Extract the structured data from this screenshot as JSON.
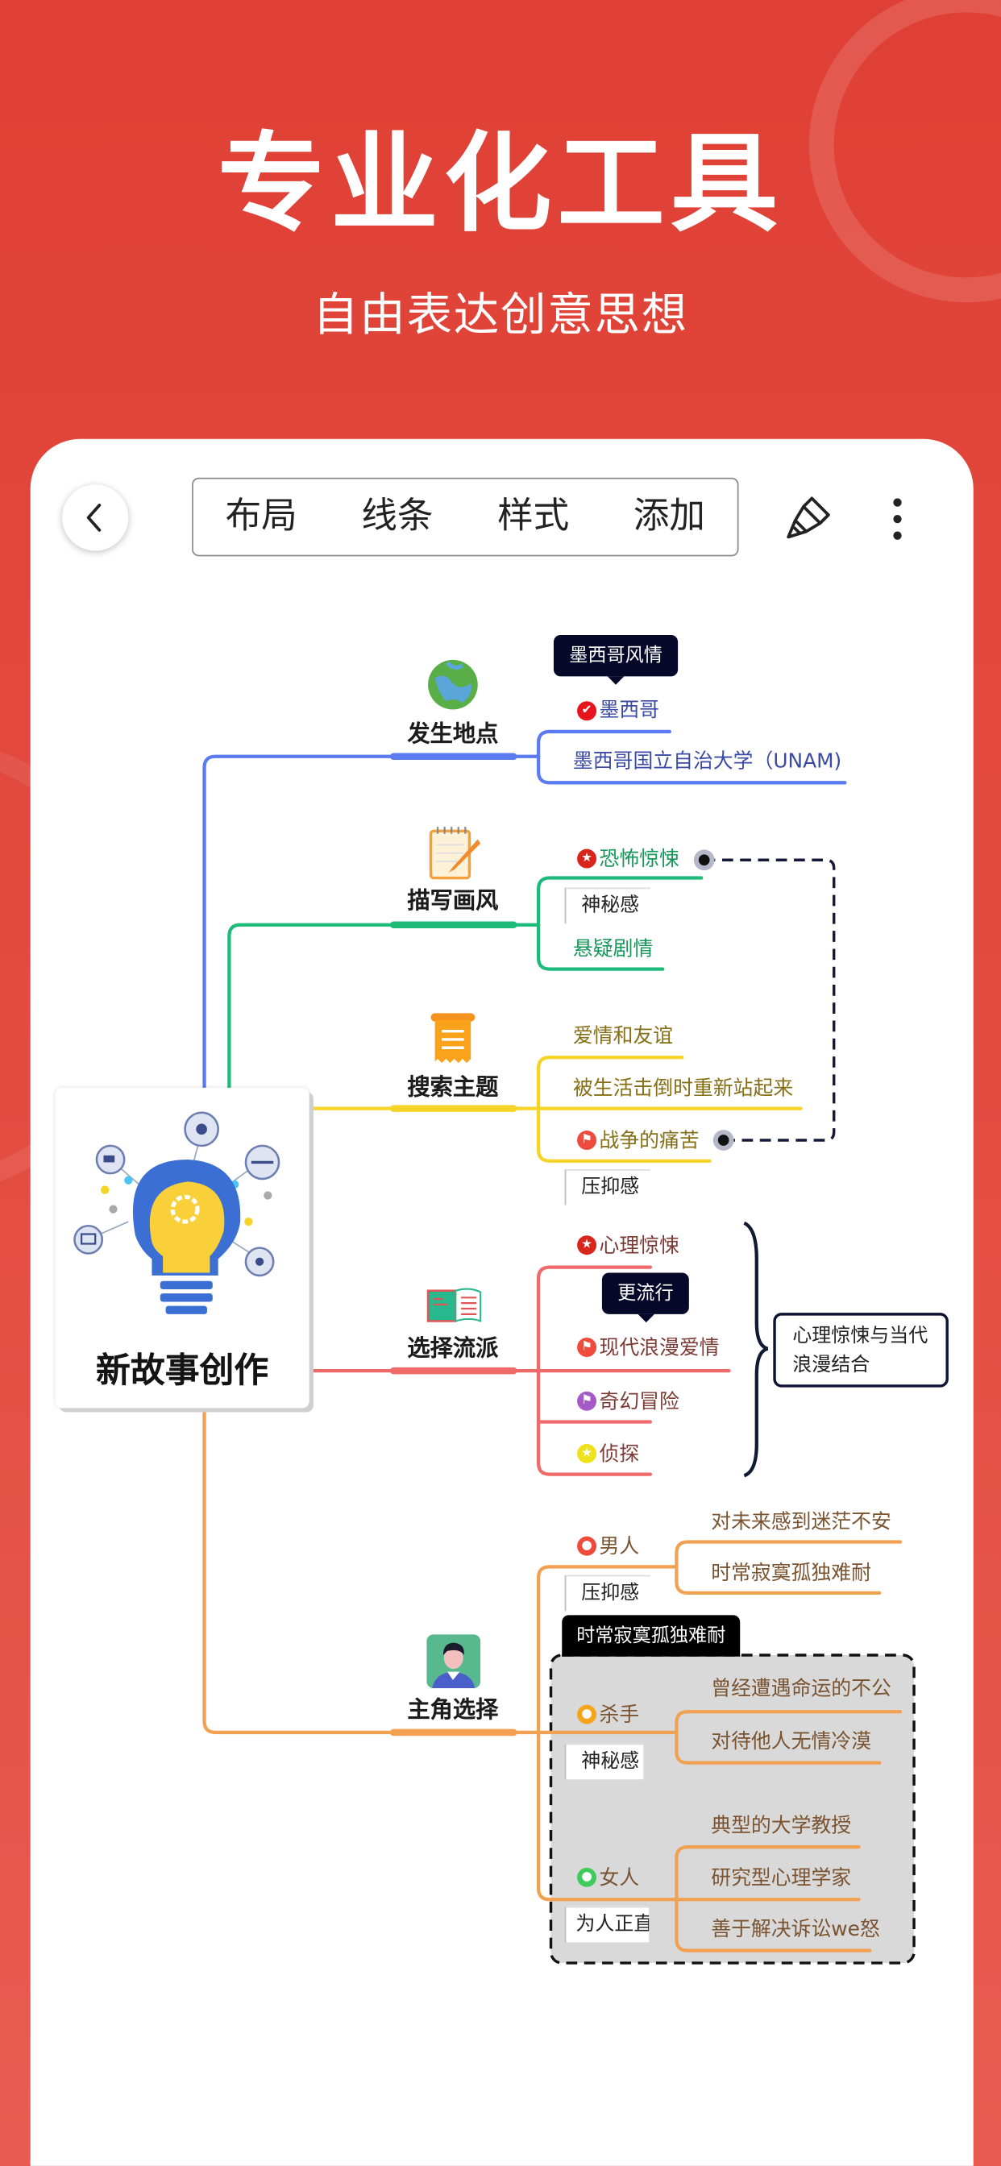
{
  "header": {
    "title": "专业化工具",
    "subtitle": "自由表达创意思想"
  },
  "toolbar": {
    "back_icon": "chevron-left-icon",
    "tabs": [
      "布局",
      "线条",
      "样式",
      "添加"
    ],
    "brush_icon": "brush-icon",
    "more_icon": "more-vertical-icon"
  },
  "colors": {
    "background": "#e2463c",
    "blue": "#5b7cf0",
    "green": "#1dbb7a",
    "yellow": "#f5d327",
    "red": "#f06a6a",
    "orange": "#f2a052"
  },
  "mindmap": {
    "root": "新故事创作",
    "branches": [
      {
        "label": "发生地点",
        "icon": "globe-icon",
        "tooltip": "墨西哥风情",
        "children": [
          "墨西哥",
          "墨西哥国立自治大学（UNAM)"
        ]
      },
      {
        "label": "描写画风",
        "icon": "notepad-icon",
        "children": [
          "恐怖惊悚",
          "悬疑剧情"
        ],
        "notes": [
          "神秘感"
        ]
      },
      {
        "label": "搜索主题",
        "icon": "scroll-icon",
        "children": [
          "爱情和友谊",
          "被生活击倒时重新站起来",
          "战争的痛苦"
        ],
        "notes": [
          "压抑感"
        ]
      },
      {
        "label": "选择流派",
        "icon": "book-icon",
        "tooltip": "更流行",
        "children": [
          "心理惊悚",
          "现代浪漫爱情",
          "奇幻冒险",
          "侦探"
        ],
        "summary": "心理惊悚与当代浪漫结合"
      },
      {
        "label": "主角选择",
        "icon": "avatar-icon",
        "tooltip": "时常寂寞孤独难耐",
        "children": [
          {
            "label": "男人",
            "note": "压抑感",
            "children": [
              "对未来感到迷茫不安",
              "时常寂寞孤独难耐"
            ]
          },
          {
            "label": "杀手",
            "note": "神秘感",
            "children": [
              "曾经遭遇命运的不公",
              "对待他人无情冷漠"
            ]
          },
          {
            "label": "女人",
            "note": "为人正直",
            "children": [
              "典型的大学教授",
              "研究型心理学家",
              "善于解决诉讼we怒"
            ]
          }
        ]
      }
    ]
  }
}
